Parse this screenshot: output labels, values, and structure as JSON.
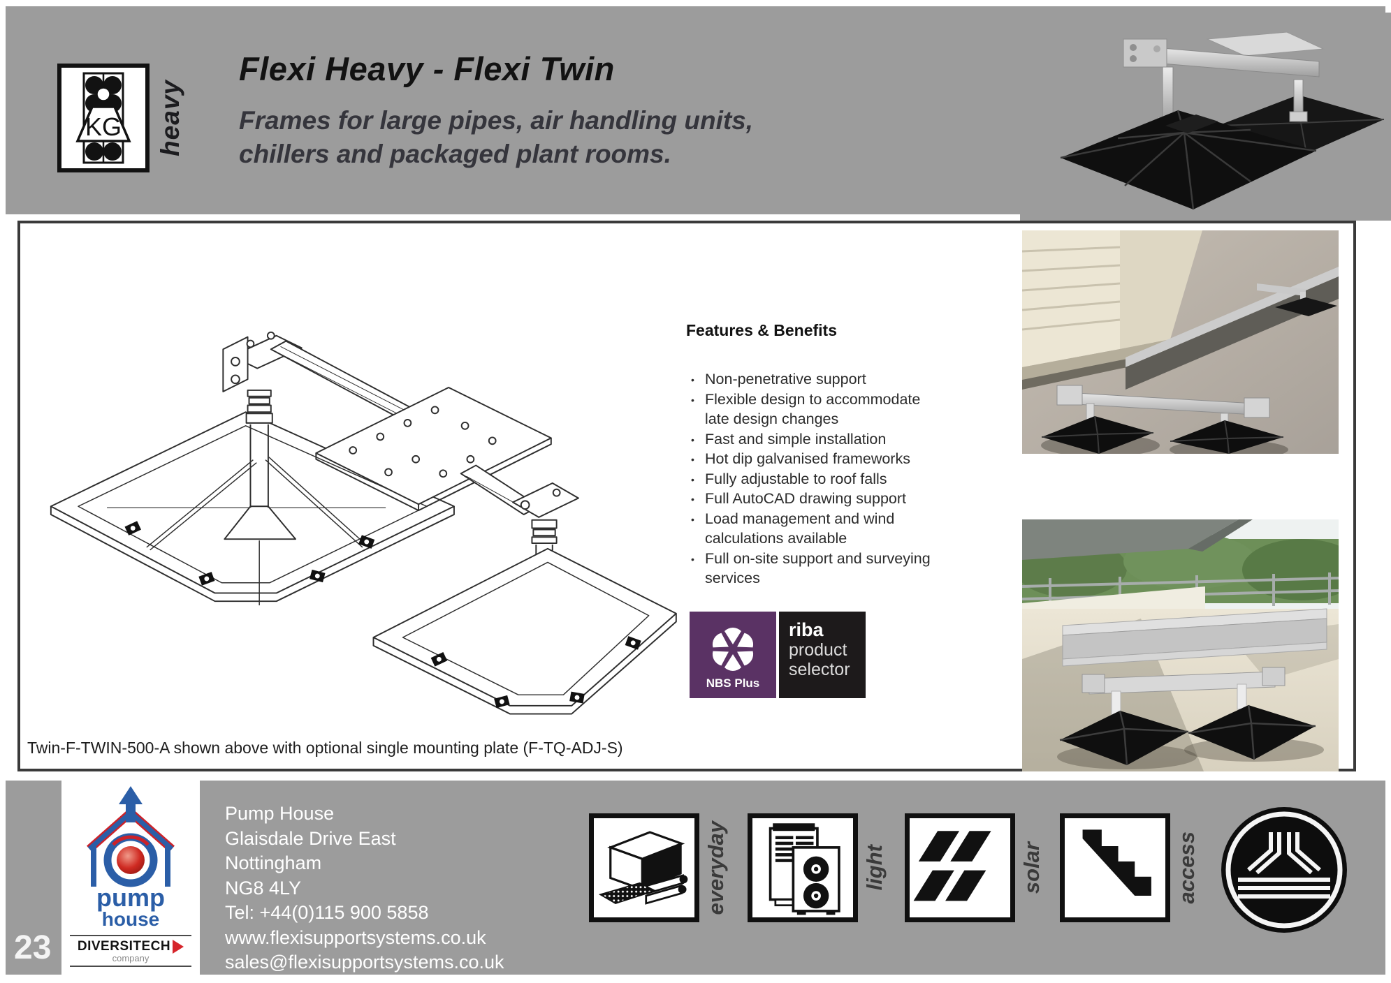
{
  "page": {
    "number": "23"
  },
  "colors": {
    "band_gray": "#9c9c9c",
    "nbs_purple": "#5a3264",
    "riba_black": "#1d1a1b",
    "pump_blue": "#2b5ea7",
    "brand_red": "#d6252b"
  },
  "icons": {
    "heavy": "kg-weight-icon",
    "nbs": "flower-icon",
    "everyday": "duct-and-pipes-icon",
    "light": "ac-units-icon",
    "solar": "solar-panels-icon",
    "access": "staircase-icon",
    "roundel": "support-frame-roundel-icon"
  },
  "header": {
    "category_label": "heavy",
    "kg_label": "KG",
    "title": "Flexi Heavy - Flexi Twin",
    "subtitle_line1": "Frames for large pipes, air handling units,",
    "subtitle_line2": "chillers and packaged plant rooms."
  },
  "main": {
    "caption": "Twin-F-TWIN-500-A shown above with optional single mounting plate (F-TQ-ADJ-S)",
    "features": {
      "heading": "Features & Benefits",
      "items": [
        "Non-penetrative support",
        "Flexible design to accommodate\nlate design changes",
        "Fast and simple installation",
        "Hot dip galvanised frameworks",
        "Fully adjustable to roof falls",
        "Full AutoCAD drawing support",
        "Load management and wind\ncalculations available",
        "Full on-site support and surveying\nservices"
      ]
    },
    "badges": {
      "nbs": {
        "label": "NBS Plus"
      },
      "riba": {
        "line1": "riba",
        "line2": "product",
        "line3": "selector"
      }
    }
  },
  "footer": {
    "logo": {
      "pump": "pump",
      "house": "house",
      "brand": "DIVERSITECH",
      "brand_suffix": "company"
    },
    "contact": {
      "lines": [
        "Pump House",
        "Glaisdale Drive East",
        "Nottingham",
        "NG8 4LY",
        "Tel: +44(0)115 900 5858",
        "www.flexisupportsystems.co.uk",
        "sales@flexisupportsystems.co.uk"
      ]
    },
    "categories": [
      {
        "label": "everyday"
      },
      {
        "label": "light"
      },
      {
        "label": "solar"
      },
      {
        "label": "access"
      }
    ]
  }
}
